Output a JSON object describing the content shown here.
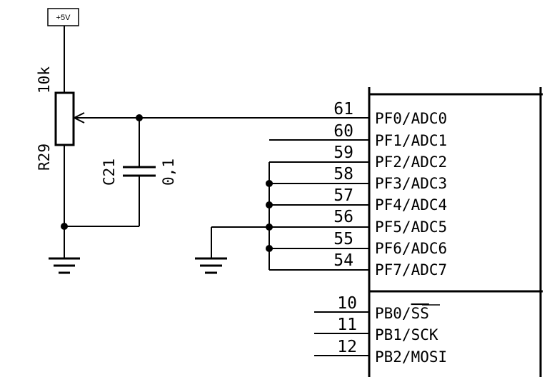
{
  "supply": {
    "label": "+5V"
  },
  "potentiometer": {
    "designator": "R29",
    "value": "10k"
  },
  "capacitor": {
    "designator": "C21",
    "value": "0,1"
  },
  "port_f_pins": [
    {
      "number": "61",
      "name": "PF0/ADC0"
    },
    {
      "number": "60",
      "name": "PF1/ADC1"
    },
    {
      "number": "59",
      "name": "PF2/ADC2"
    },
    {
      "number": "58",
      "name": "PF3/ADC3"
    },
    {
      "number": "57",
      "name": "PF4/ADC4"
    },
    {
      "number": "56",
      "name": "PF5/ADC5"
    },
    {
      "number": "55",
      "name": "PF6/ADC6"
    },
    {
      "number": "54",
      "name": "PF7/ADC7"
    }
  ],
  "port_b_pins": [
    {
      "number": "10",
      "name_prefix": "PB0/",
      "name_overbar": "SS"
    },
    {
      "number": "11",
      "name": "PB1/SCK"
    },
    {
      "number": "12",
      "name": "PB2/MOSI"
    }
  ]
}
